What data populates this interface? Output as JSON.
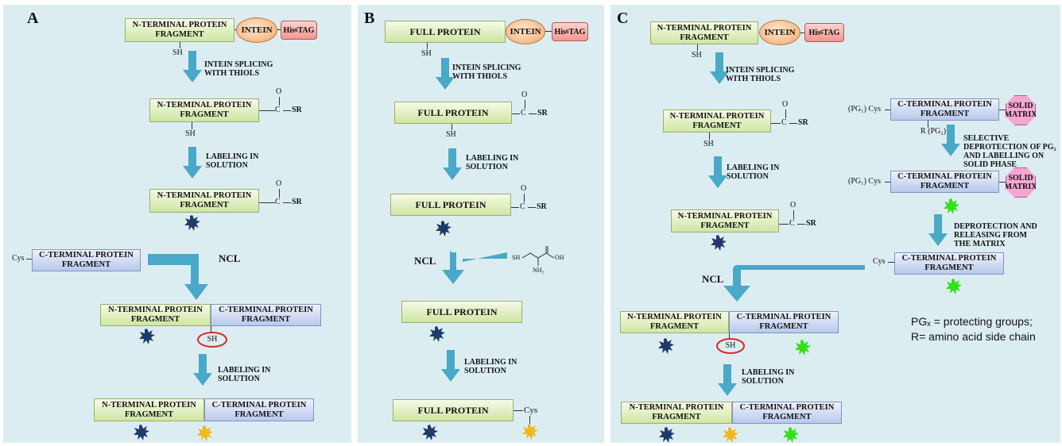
{
  "panels": {
    "a": "A",
    "b": "B",
    "c": "C"
  },
  "fragments": {
    "n_line1": "N-TERMINAL PROTEIN",
    "n_line2": "FRAGMENT",
    "c_line1": "C-TERMINAL PROTEIN",
    "c_line2": "FRAGMENT",
    "full": "FULL PROTEIN"
  },
  "tags": {
    "intein": "INTEIN",
    "his_main": "His",
    "his_sub": "6",
    "his_tag": "TAG",
    "solid1": "SOLID",
    "solid2": "MATRIX"
  },
  "chem": {
    "sh": "SH",
    "sr": "SR",
    "c": "C",
    "o": "O",
    "cys": "Cys",
    "dash": "—",
    "pg1": "(PG₁) Cys",
    "r_pg2": "R (PG₂)",
    "nh2": "NH₂",
    "oh": "OH",
    "sh2": "SH"
  },
  "steps": {
    "splice1": "INTEIN SPLICING",
    "splice2": "WITH THIOLS",
    "label1": "LABELING IN",
    "label2": "SOLUTION",
    "ncl": "NCL",
    "sel1": "SELECTIVE",
    "sel2": "DEPROTECTION OF PG₂",
    "sel3": "AND LABELLING ON",
    "sel4": "SOLID PHASE",
    "dep1": "DEPROTECTION AND",
    "dep2": "RELEASING FROM",
    "dep3": "THE MATRIX"
  },
  "legend": {
    "line1": "PGₓ = protecting groups;",
    "line2": "R= amino acid side chain"
  },
  "colors": {
    "arrow": "#4aa8c8",
    "dark_label": "#1f3a6a",
    "yellow_label": "#f2b81c",
    "green_label": "#35e01a",
    "circle": "#d62828"
  }
}
